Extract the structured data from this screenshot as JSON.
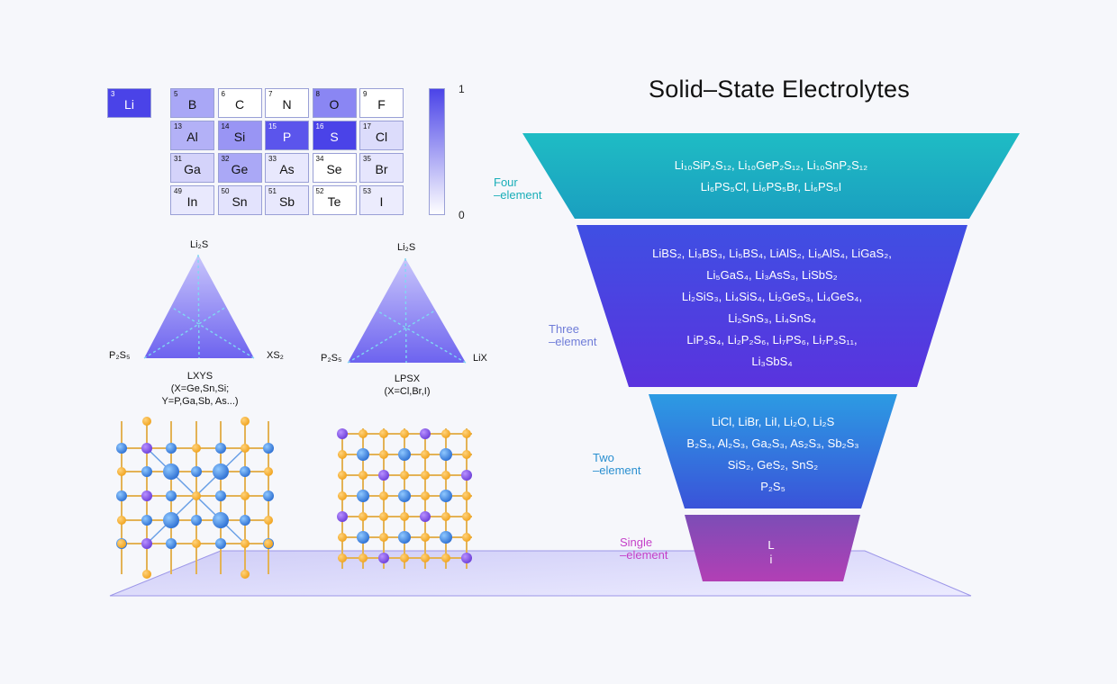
{
  "title": "Solid–State Electrolytes",
  "periodic_table": {
    "lithium": {
      "number": "3",
      "symbol": "Li"
    },
    "rows": [
      [
        {
          "number": "5",
          "symbol": "B"
        },
        {
          "number": "6",
          "symbol": "C"
        },
        {
          "number": "7",
          "symbol": "N"
        },
        {
          "number": "8",
          "symbol": "O"
        },
        {
          "number": "9",
          "symbol": "F"
        }
      ],
      [
        {
          "number": "13",
          "symbol": "Al"
        },
        {
          "number": "14",
          "symbol": "Si"
        },
        {
          "number": "15",
          "symbol": "P"
        },
        {
          "number": "16",
          "symbol": "S"
        },
        {
          "number": "17",
          "symbol": "Cl"
        }
      ],
      [
        {
          "number": "31",
          "symbol": "Ga"
        },
        {
          "number": "32",
          "symbol": "Ge"
        },
        {
          "number": "33",
          "symbol": "As"
        },
        {
          "number": "34",
          "symbol": "Se"
        },
        {
          "number": "35",
          "symbol": "Br"
        }
      ],
      [
        {
          "number": "49",
          "symbol": "In"
        },
        {
          "number": "50",
          "symbol": "Sn"
        },
        {
          "number": "51",
          "symbol": "Sb"
        },
        {
          "number": "52",
          "symbol": "Te"
        },
        {
          "number": "53",
          "symbol": "I"
        }
      ]
    ],
    "colorbar": {
      "max_label": "1",
      "min_label": "0",
      "color_max": "#4a43e8",
      "color_min": "#ffffff"
    }
  },
  "ternary_diagrams": {
    "lxys": {
      "top": "Li₂S",
      "left": "P₂S₅",
      "right": "XS₂",
      "caption_1": "LXYS",
      "caption_2": "(X=Ge,Sn,Si;",
      "caption_3": "Y=P,Ga,Sb, As...)"
    },
    "lpsx": {
      "top": "Li₂S",
      "left": "P₂S₅",
      "right": "LiX",
      "caption_1": "LPSX",
      "caption_2": "(X=Cl,Br,I)"
    }
  },
  "funnel": {
    "four": {
      "side_1": "Four",
      "side_2": "–element",
      "lines": [
        "Li₁₀SiP₂S₁₂, Li₁₀GeP₂S₁₂, Li₁₀SnP₂S₁₂",
        "Li₆PS₅Cl, Li₆PS₅Br, Li₆PS₅I"
      ],
      "color": "#1ab6c6"
    },
    "three": {
      "side_1": "Three",
      "side_2": "–element",
      "lines": [
        "LiBS₂, Li₃BS₃, Li₅BS₄, LiAlS₂, Li₅AlS₄, LiGaS₂,",
        "Li₅GaS₄, Li₃AsS₃, LiSbS₂",
        "Li₂SiS₃, Li₄SiS₄, Li₂GeS₃, Li₄GeS₄,",
        "Li₂SnS₃, Li₄SnS₄",
        "LiP₃S₄, Li₂P₂S₆, Li₇PS₆, Li₇P₃S₁₁,",
        "Li₃SbS₄"
      ],
      "color": "#4b3fe0"
    },
    "two": {
      "side_1": "Two",
      "side_2": "–element",
      "lines": [
        "LiCl, LiBr, LiI, Li₂O, Li₂S",
        "B₂S₃, Al₂S₃, Ga₂S₃, As₂S₃, Sb₂S₃",
        "SiS₂, GeS₂, SnS₂",
        "P₂S₅"
      ],
      "color": "#2a7ee0"
    },
    "single": {
      "side_1": "Single",
      "side_2": "–element",
      "lines": [
        "L",
        "i"
      ],
      "color": "#9a3fb5"
    }
  }
}
